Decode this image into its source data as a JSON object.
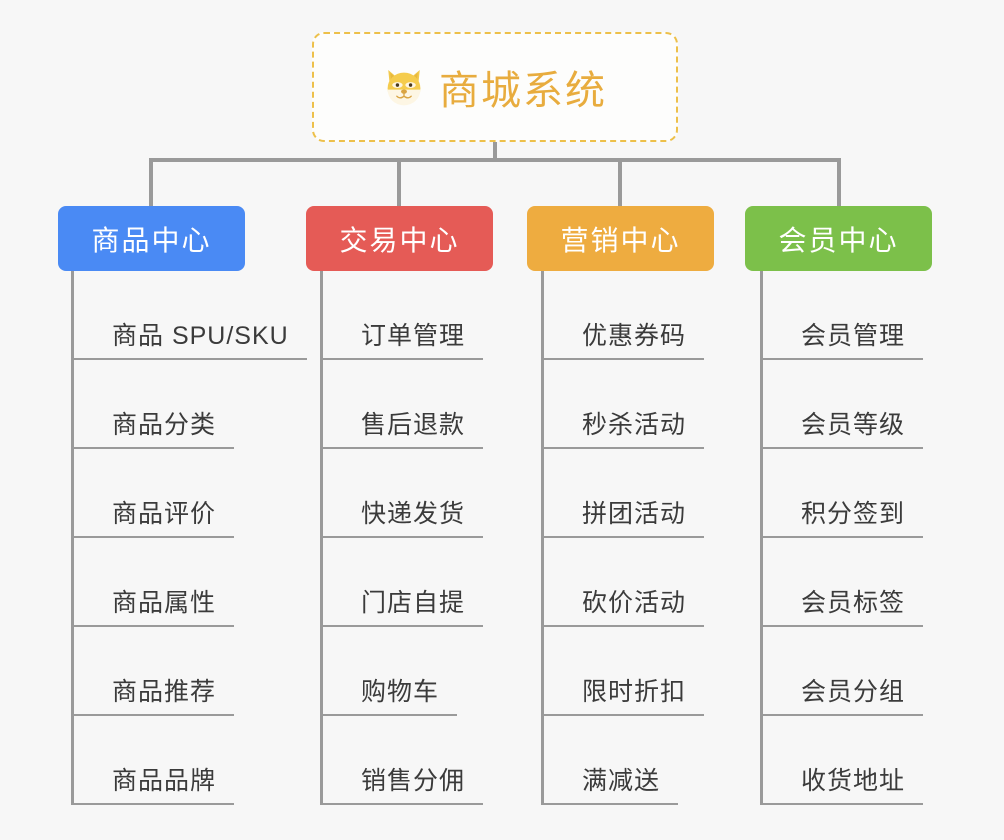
{
  "root": {
    "title": "商城系统",
    "icon": "shiba-dog-face-icon",
    "border_color": "#edc04a",
    "text_color": "#e8ac3e"
  },
  "colors": {
    "background": "#f7f7f7",
    "connector": "#9a9a9a",
    "leaf_text": "#3b3b3b"
  },
  "columns": [
    {
      "label": "商品中心",
      "color": "#4a8af4",
      "items": [
        "商品 SPU/SKU",
        "商品分类",
        "商品评价",
        "商品属性",
        "商品推荐",
        "商品品牌"
      ]
    },
    {
      "label": "交易中心",
      "color": "#e55b56",
      "items": [
        "订单管理",
        "售后退款",
        "快递发货",
        "门店自提",
        "购物车",
        "销售分佣"
      ]
    },
    {
      "label": "营销中心",
      "color": "#eeac40",
      "items": [
        "优惠券码",
        "秒杀活动",
        "拼团活动",
        "砍价活动",
        "限时折扣",
        "满减送"
      ]
    },
    {
      "label": "会员中心",
      "color": "#7cc04a",
      "items": [
        "会员管理",
        "会员等级",
        "积分签到",
        "会员标签",
        "会员分组",
        "收货地址"
      ]
    }
  ]
}
